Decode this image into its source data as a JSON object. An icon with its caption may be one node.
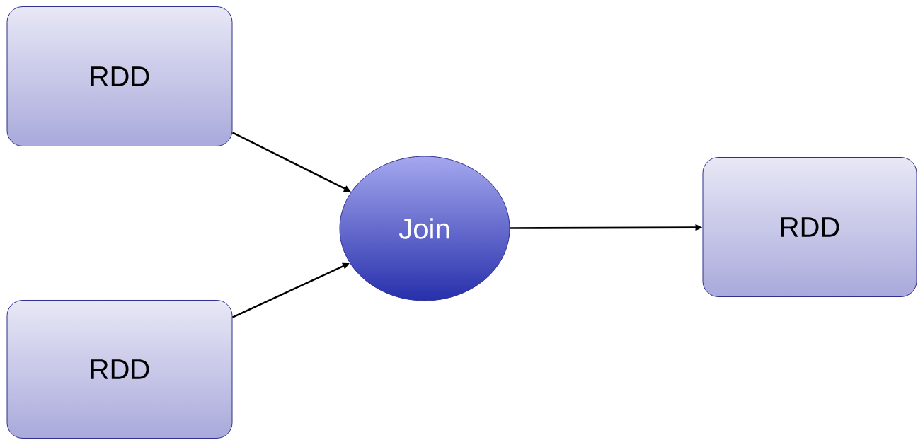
{
  "diagram": {
    "nodes": [
      {
        "text": [
          "RDD"
        ]
      },
      {
        "text": [
          "RDD"
        ]
      },
      {
        "text": [
          "Join"
        ]
      },
      {
        "text": [
          "RDD"
        ]
      }
    ],
    "edges": [
      {
        "from": 0,
        "to": 2,
        "arrow": "to"
      },
      {
        "from": 1,
        "to": 2,
        "arrow": "to"
      },
      {
        "from": 2,
        "to": 3,
        "arrow": "to"
      }
    ]
  }
}
